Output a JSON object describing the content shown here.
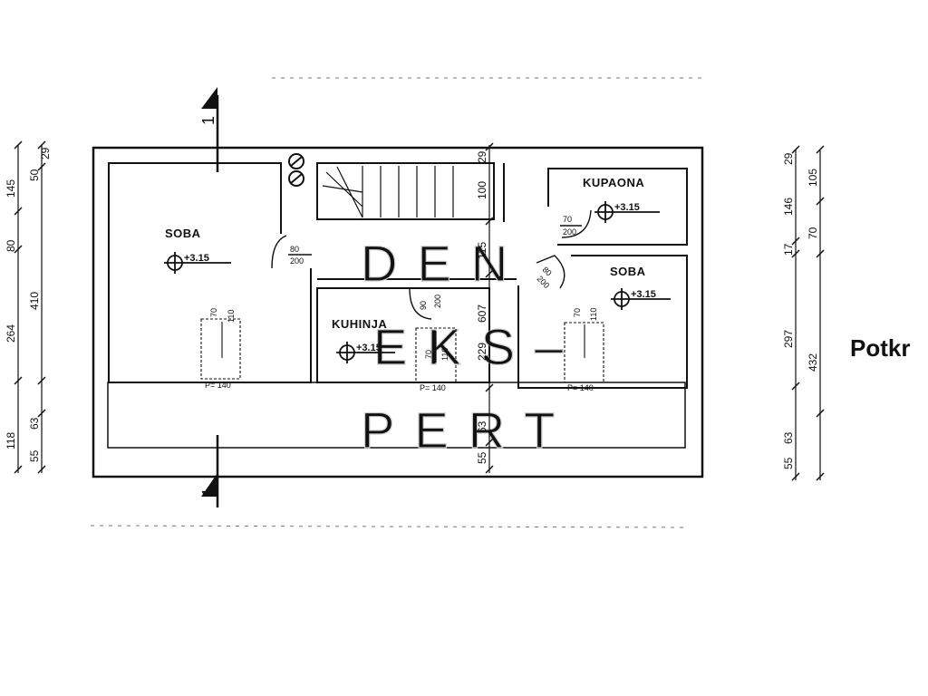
{
  "sheet": {
    "title_partial": "Potkr"
  },
  "watermark": [
    "DEN",
    "EKS–",
    "PERT"
  ],
  "section": {
    "label": "1"
  },
  "rooms": [
    {
      "id": "soba-left",
      "name": "SOBA",
      "level": "+3.15"
    },
    {
      "id": "kupaona",
      "name": "KUPAONA",
      "level": "+3.15"
    },
    {
      "id": "soba-right",
      "name": "SOBA",
      "level": "+3.15"
    },
    {
      "id": "kuhinja",
      "name": "KUHINJA",
      "level": "+3.15"
    }
  ],
  "windows": [
    {
      "w": "70",
      "h": "110",
      "p": "P= 140"
    },
    {
      "w": "70",
      "h": "110",
      "p": "P= 140"
    },
    {
      "w": "70",
      "h": "110",
      "p": "P= 140"
    }
  ],
  "doors": [
    {
      "w": "80",
      "h": "200"
    },
    {
      "w": "70",
      "h": "200"
    },
    {
      "w": "80",
      "h": "200"
    },
    {
      "w": "90",
      "h": "200"
    }
  ],
  "dims": {
    "left_outer": [
      "145",
      "80",
      "264",
      "118"
    ],
    "left_inner": [
      "50",
      "29",
      "410",
      "63",
      "55"
    ],
    "center": [
      "29",
      "100",
      "115",
      "607",
      "229",
      "63",
      "55"
    ],
    "right_outer": [
      "29",
      "146",
      "17",
      "297",
      "55"
    ],
    "right_inner": [
      "105",
      "70",
      "432",
      "63"
    ]
  }
}
